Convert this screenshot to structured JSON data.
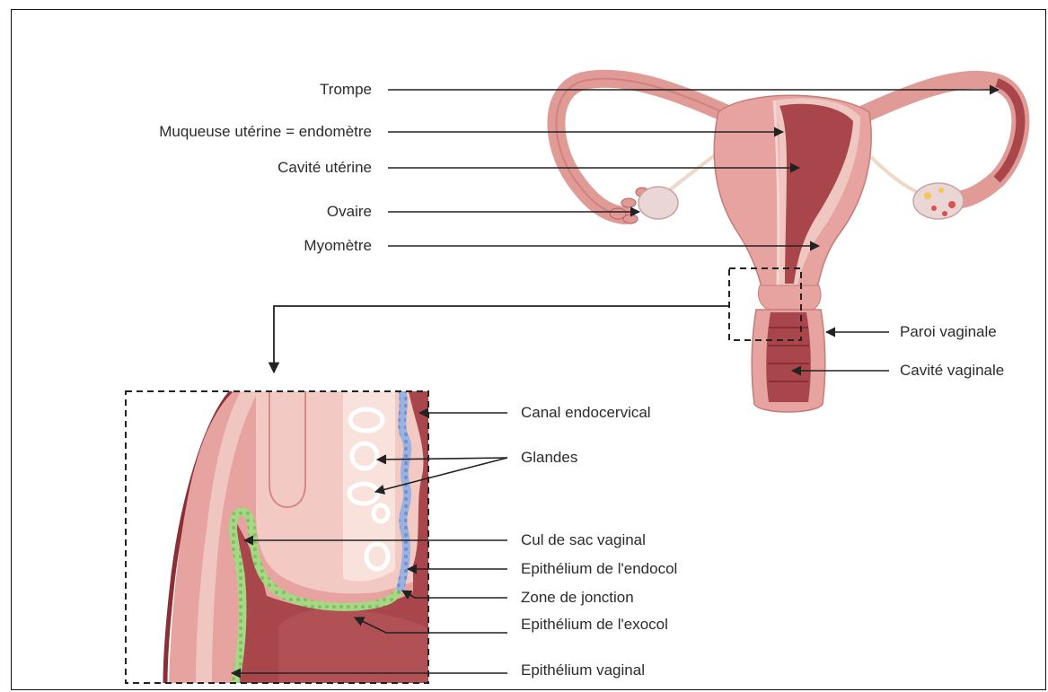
{
  "labels": {
    "trompe": "Trompe",
    "muqueuse": "Muqueuse utérine = endomètre",
    "cavite_uterine": "Cavité utérine",
    "ovaire": "Ovaire",
    "myometre": "Myomètre",
    "paroi_vaginale": "Paroi vaginale",
    "cavite_vaginale": "Cavité vaginale",
    "canal_endocervical": "Canal endocervical",
    "glandes": "Glandes",
    "cul_de_sac": "Cul de sac vaginal",
    "epith_endocol": "Epithélium de l'endocol",
    "zone_jonction": "Zone de jonction",
    "epith_exocol": "Epithélium de l'exocol",
    "epith_vaginal": "Epithélium vaginal"
  },
  "colors": {
    "tissue_light": "#e7a39f",
    "tissue_mid": "#d98a87",
    "tissue_dark": "#a8464b",
    "tissue_darkest": "#8a2f35",
    "endocol_epithelium": "#8fa6d8",
    "exocol_epithelium": "#9fd17e",
    "ovary": "#ead6d4",
    "arrow": "#222222"
  }
}
